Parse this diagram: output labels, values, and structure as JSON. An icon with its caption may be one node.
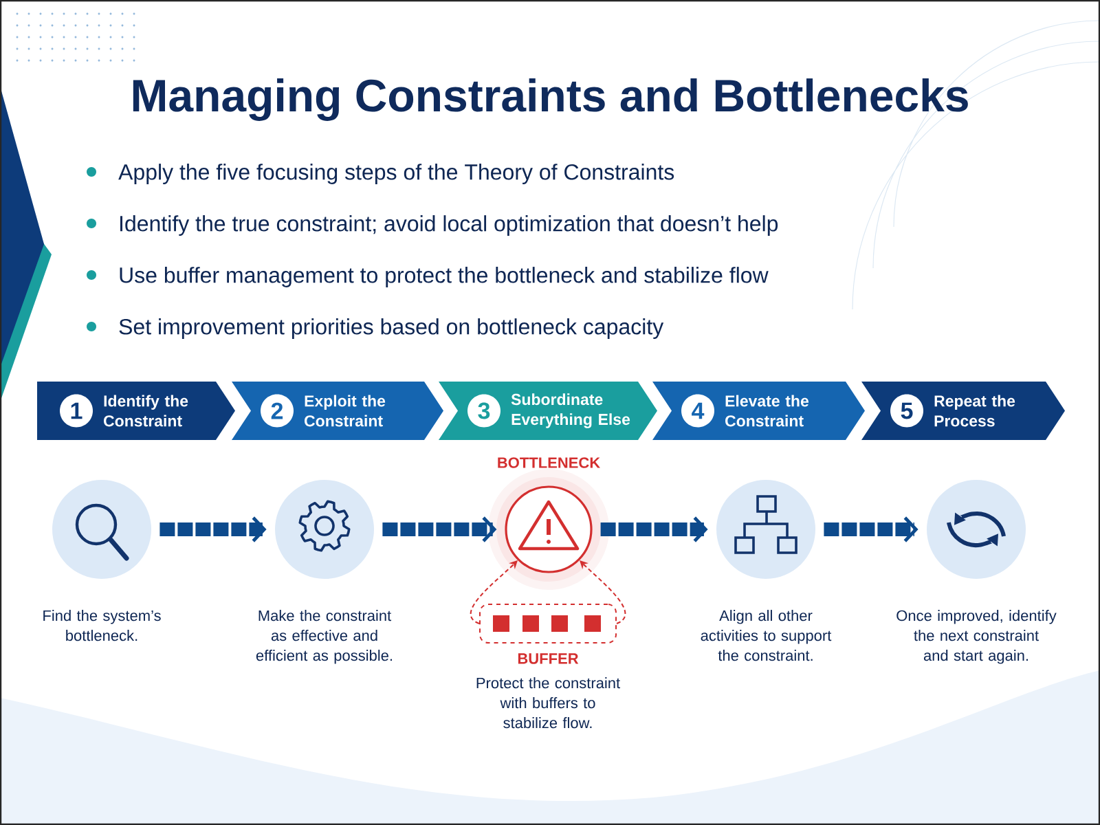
{
  "diagram": {
    "title": "Managing Constraints and Bottlenecks",
    "nodes": [
      {
        "text": [
          "1",
          "Identify the Constraint"
        ]
      },
      {
        "text": [
          "2",
          "Exploit the Constraint"
        ]
      },
      {
        "text": [
          "3",
          "Subordinate Everything Else"
        ]
      },
      {
        "text": [
          "4",
          "Elevate the Constraint"
        ]
      },
      {
        "text": [
          "5",
          "Repeat the Process"
        ]
      },
      {
        "text": [],
        "shape": "circle",
        "beside": [
          "Find the system’s bottleneck."
        ]
      },
      {
        "text": [],
        "shape": "circle",
        "beside": [
          "Make the constraint as effective and efficient as possible."
        ]
      },
      {
        "text": [
          "BOTTLENECK"
        ]
      },
      {
        "text": [
          "BUFFER"
        ],
        "beside": [
          "Protect the constraint with buffers to stabilize flow."
        ]
      },
      {
        "text": [],
        "shape": "circle",
        "beside": [
          "Align all other activities to support the constraint."
        ]
      },
      {
        "text": [],
        "shape": "circle",
        "beside": [
          "Once improved, identify the next constraint and start again."
        ]
      }
    ],
    "edges": [
      {
        "from": 5,
        "to": 6,
        "arrow": "to"
      },
      {
        "from": 6,
        "to": 7,
        "arrow": "to"
      },
      {
        "from": 7,
        "to": 9,
        "arrow": "to"
      },
      {
        "from": 9,
        "to": 10,
        "arrow": "to"
      },
      {
        "from": 8,
        "to": 7,
        "arrow": "to",
        "style": "dashed",
        "color": "#d32f2f"
      },
      {
        "from": 8,
        "to": 7,
        "arrow": "to",
        "style": "dashed",
        "color": "#d32f2f"
      }
    ],
    "labels": [
      "Apply the five focusing steps of the Theory of Constraints",
      "Identify the true constraint; avoid local optimization that doesn’t help",
      "Use buffer management to protect the bottleneck and stabilize flow",
      "Set improvement priorities based on bottleneck capacity"
    ]
  }
}
